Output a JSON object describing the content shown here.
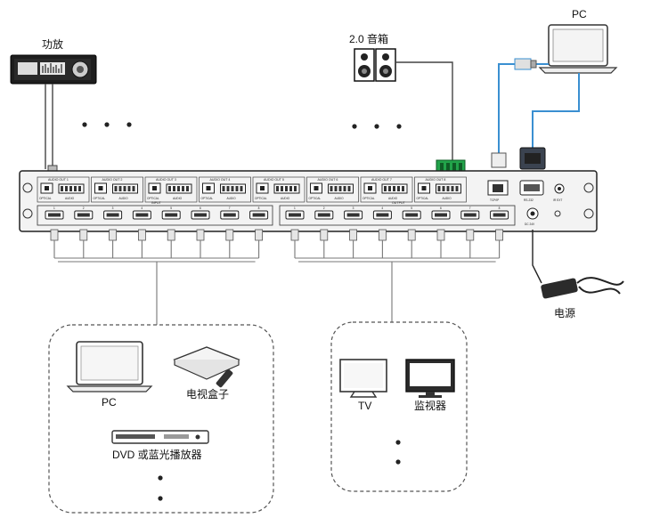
{
  "labels": {
    "amplifier": "功放",
    "speaker": "2.0 音箱",
    "pc_top": "PC",
    "power": "电源",
    "pc_source": "PC",
    "tv_box": "电视盒子",
    "dvd": "DVD 或蓝光播放器",
    "tv": "TV",
    "monitor": "监视器"
  },
  "panel": {
    "audio_outs": [
      {
        "title": "AUDIO OUT 1",
        "optical": "OPTICAL",
        "audio": "AUDIO"
      },
      {
        "title": "AUDIO OUT 2",
        "optical": "OPTICAL",
        "audio": "AUDIO"
      },
      {
        "title": "AUDIO OUT 3",
        "optical": "OPTICAL",
        "audio": "AUDIO"
      },
      {
        "title": "AUDIO OUT 4",
        "optical": "OPTICAL",
        "audio": "AUDIO"
      },
      {
        "title": "AUDIO OUT 5",
        "optical": "OPTICAL",
        "audio": "AUDIO"
      },
      {
        "title": "AUDIO OUT 6",
        "optical": "OPTICAL",
        "audio": "AUDIO"
      },
      {
        "title": "AUDIO OUT 7",
        "optical": "OPTICAL",
        "audio": "AUDIO"
      },
      {
        "title": "AUDIO OUT 8",
        "optical": "OPTICAL",
        "audio": "AUDIO"
      }
    ],
    "input_label": "INPUT",
    "output_label": "OUTPUT",
    "input_numbers": [
      "1",
      "2",
      "3",
      "4",
      "5",
      "6",
      "7",
      "8"
    ],
    "output_numbers": [
      "1",
      "2",
      "3",
      "4",
      "5",
      "6",
      "7",
      "8"
    ],
    "tcpip": "TCP/IP",
    "rs232": "RS-232",
    "irext": "IR EXT",
    "dc": "DC 24V"
  },
  "ellipsis": "• • •"
}
